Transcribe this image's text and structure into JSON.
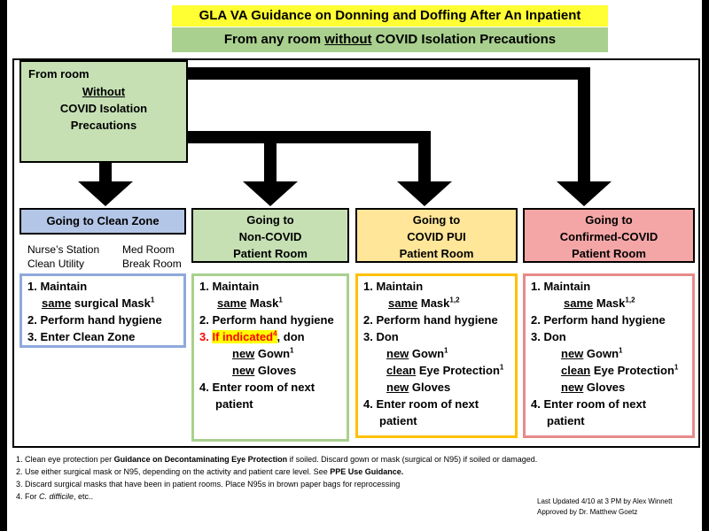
{
  "title": "GLA VA Guidance on Donning and Doffing After An Inpatient Encounter",
  "subtitle_pre": "From  any room ",
  "subtitle_u": "without",
  "subtitle_post": " COVID Isolation Precautions",
  "source": {
    "l1": "From room",
    "l2": "Without",
    "l3": "COVID Isolation",
    "l4": "Precautions"
  },
  "columns": [
    {
      "h1": "Going to Clean Zone",
      "h2": "",
      "h3": ""
    },
    {
      "h1": "Going to",
      "h2": "Non-COVID",
      "h3": "Patient Room"
    },
    {
      "h1": "Going to",
      "h2": "COVID PUI",
      "h3": "Patient Room"
    },
    {
      "h1": "Going to",
      "h2": "Confirmed-COVID",
      "h3": "Patient Room"
    }
  ],
  "clean_locations": {
    "a": "Nurse’s Station",
    "b": "Med Room",
    "c": "Clean Utility",
    "d": "Break Room"
  },
  "steps": {
    "maintain": "1.  Maintain",
    "same": "same",
    "surgical_mask": " surgical Mask",
    "mask": "Mask",
    "sup1": "1",
    "sup12": "1,2",
    "sup4": "4",
    "hygiene": "2.  Perform hand hygiene",
    "enter_clean": "3.  Enter Clean Zone",
    "if_indicated_num": "3.  ",
    "if_indicated": "If indicated",
    "don_suffix": ", don",
    "don": "3.  Don",
    "new": "new",
    "gown": " Gown",
    "gloves": " Gloves",
    "clean": "clean",
    "eye": " Eye Protection",
    "enter_next1": "4.  Enter room of next",
    "enter_next2": "patient"
  },
  "footnotes": {
    "f1a": "1.     Clean eye protection per ",
    "f1b": "Guidance on Decontaminating Eye Protection",
    "f1c": " if soiled. Discard gown or mask (surgical or N95) if soiled or damaged.",
    "f2a": "2.     Use either surgical mask or N95, depending on the activity and patient care level. See ",
    "f2b": "PPE Use Guidance.",
    "f3": "3.     Discard surgical masks that have been in patient rooms. Place N95s in brown paper bags for reprocessing",
    "f4a": "4.     For ",
    "f4b": "C. difficile",
    "f4c": ", etc.."
  },
  "credits": {
    "updated": "Last Updated 4/10 at 3 PM by Alex Winnett",
    "approved": "Approved by Dr. Matthew Goetz"
  },
  "colors": {
    "title_bg": "#ffff33",
    "subtitle_bg": "#a9d08e",
    "source_bg": "#c6e0b4",
    "clean_bg": "#b4c6e7",
    "noncovid_bg": "#c6e0b4",
    "pui_bg": "#ffe699",
    "covid_bg": "#f4a6a6",
    "clean_border": "#8ea9db",
    "noncovid_border": "#a9d08e",
    "pui_border": "#ffc000",
    "covid_border": "#e78a8a",
    "highlight_bg": "#ffff00",
    "highlight_text": "#ff0000"
  }
}
